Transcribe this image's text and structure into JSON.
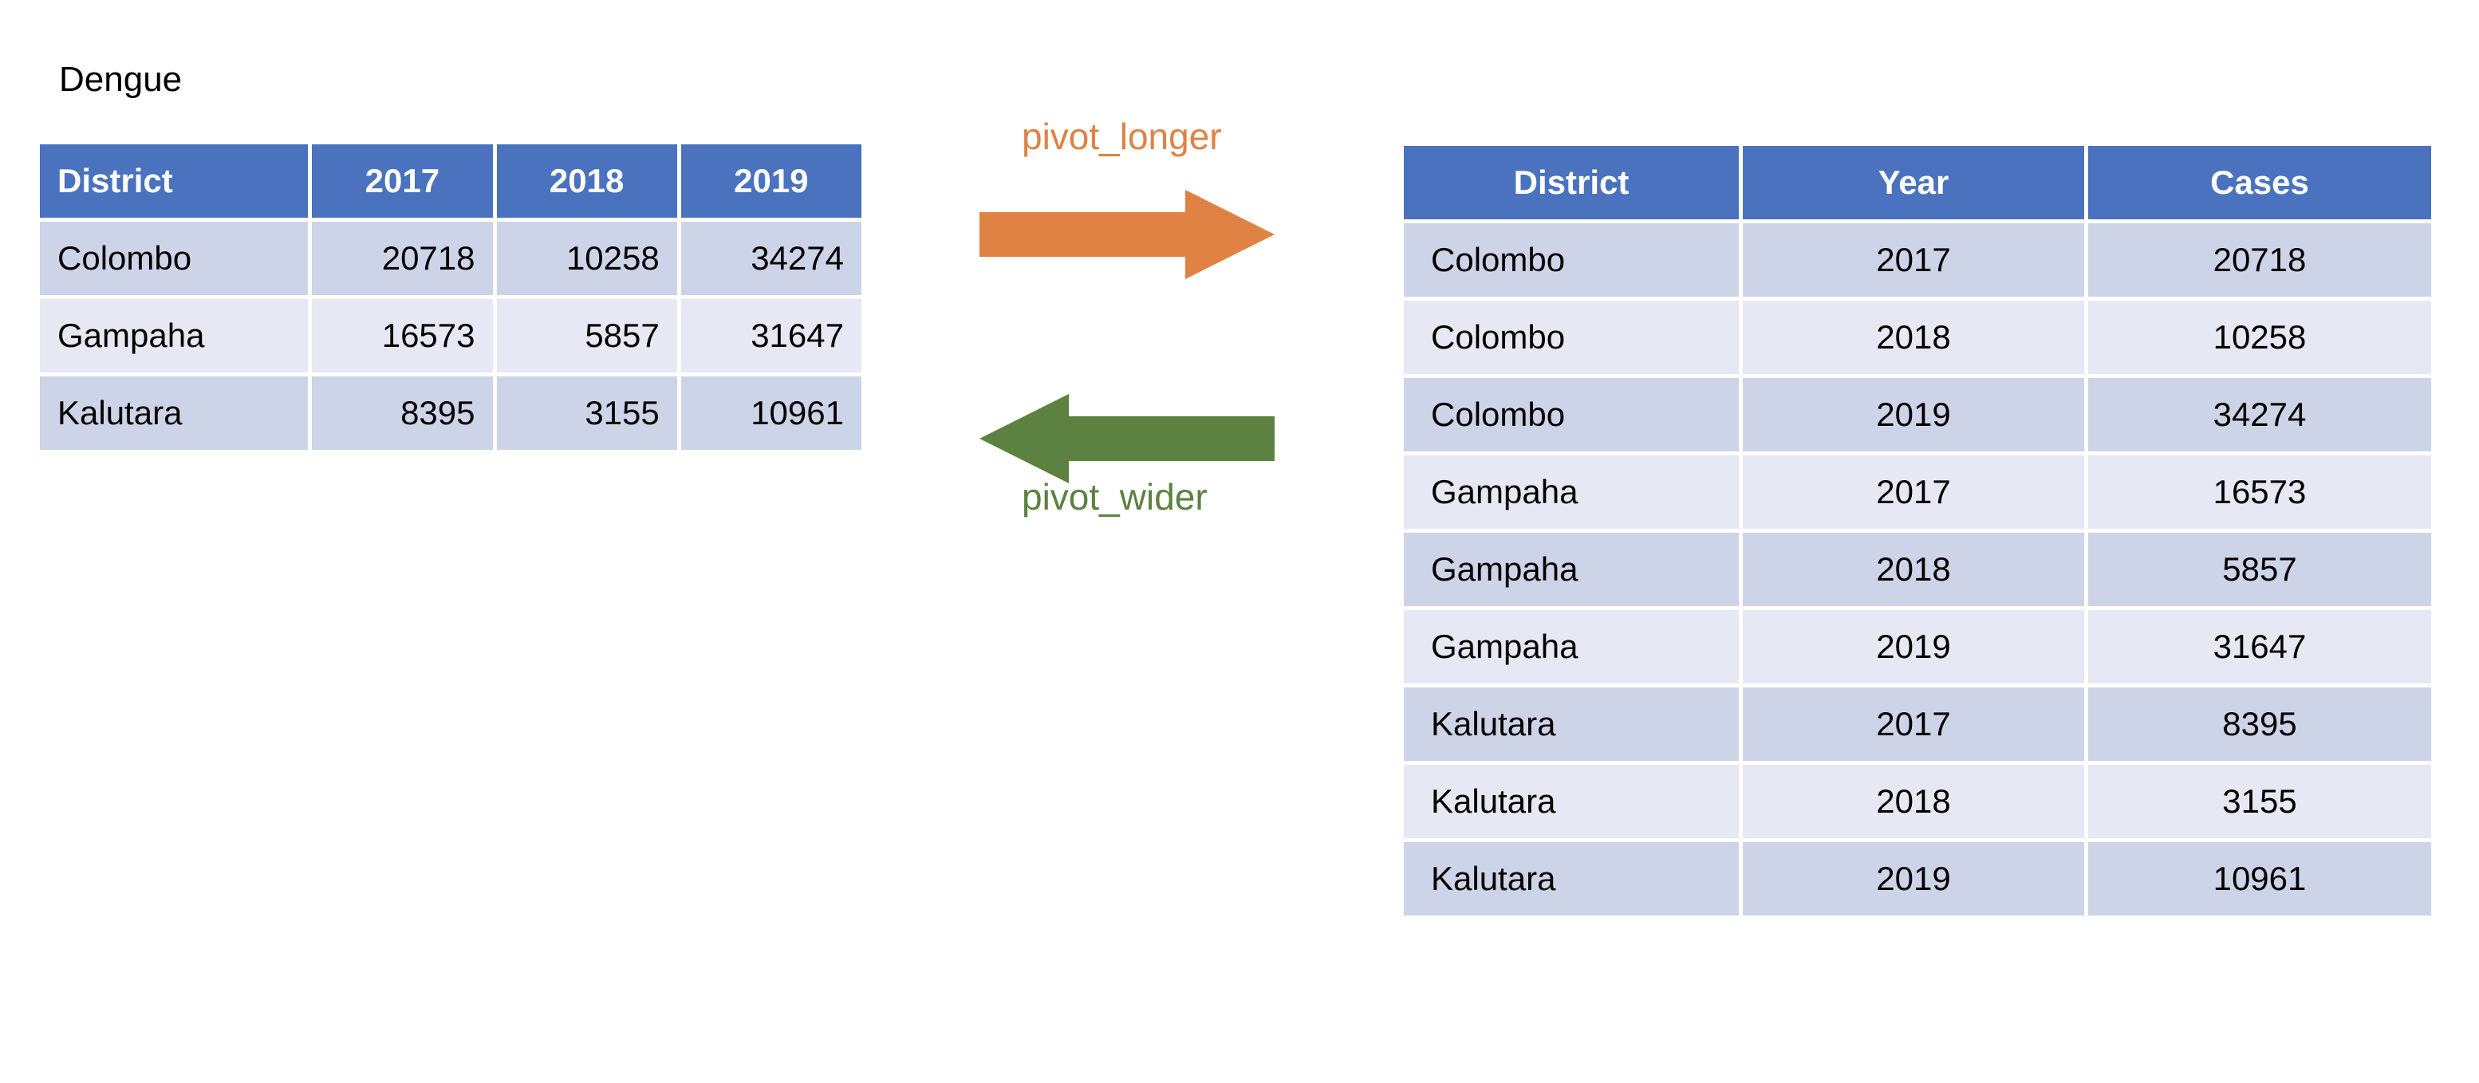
{
  "left_table": {
    "title": "Dengue",
    "columns": [
      "District",
      "2017",
      "2018",
      "2019"
    ],
    "rows": [
      {
        "district": "Colombo",
        "y2017": "20718",
        "y2018": "10258",
        "y2019": "34274"
      },
      {
        "district": "Gampaha",
        "y2017": "16573",
        "y2018": "5857",
        "y2019": "31647"
      },
      {
        "district": "Kalutara",
        "y2017": "8395",
        "y2018": "3155",
        "y2019": "10961"
      }
    ]
  },
  "transforms": {
    "forward_label": "pivot_longer",
    "forward_color": "#df8244",
    "forward_icon": "arrow-right-icon",
    "backward_label": "pivot_wider",
    "backward_color": "#5c8140",
    "backward_icon": "arrow-left-icon"
  },
  "right_table": {
    "columns": [
      "District",
      "Year",
      "Cases"
    ],
    "rows": [
      {
        "district": "Colombo",
        "year": "2017",
        "cases": "20718"
      },
      {
        "district": "Colombo",
        "year": "2018",
        "cases": "10258"
      },
      {
        "district": "Colombo",
        "year": "2019",
        "cases": "34274"
      },
      {
        "district": "Gampaha",
        "year": "2017",
        "cases": "16573"
      },
      {
        "district": "Gampaha",
        "year": "2018",
        "cases": "5857"
      },
      {
        "district": "Gampaha",
        "year": "2019",
        "cases": "31647"
      },
      {
        "district": "Kalutara",
        "year": "2017",
        "cases": "8395"
      },
      {
        "district": "Kalutara",
        "year": "2018",
        "cases": "3155"
      },
      {
        "district": "Kalutara",
        "year": "2019",
        "cases": "10961"
      }
    ]
  },
  "theme": {
    "header_blue": "#4a72be",
    "row_dark": "#ced4e7",
    "row_light": "#e6e9f3",
    "background": "#ffffff"
  }
}
